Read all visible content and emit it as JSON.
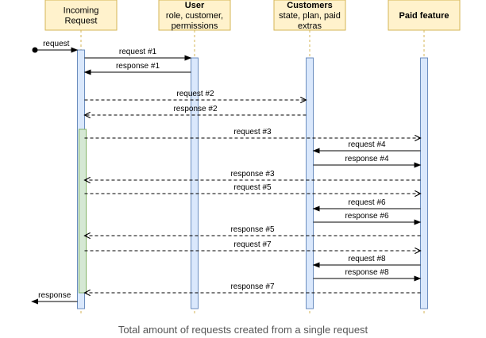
{
  "colors": {
    "header_fill": "#fff2cc",
    "header_stroke": "#d6b656",
    "activation_fill": "#dae8fc",
    "activation_stroke": "#6c8ebf",
    "highlight_fill": "#d5e8d4",
    "highlight_stroke": "#82b366",
    "lifeline": "#d6b656",
    "arrow": "#000000"
  },
  "participants": [
    {
      "id": "incoming",
      "lines": [
        {
          "text": "Incoming",
          "bold": false
        },
        {
          "text": "Request",
          "bold": false
        }
      ]
    },
    {
      "id": "user",
      "lines": [
        {
          "text": "User",
          "bold": true
        },
        {
          "text": "role, customer,",
          "bold": false
        },
        {
          "text": "permissions",
          "bold": false
        }
      ]
    },
    {
      "id": "customers",
      "lines": [
        {
          "text": "Customers",
          "bold": true
        },
        {
          "text": "state, plan, paid",
          "bold": false
        },
        {
          "text": "extras",
          "bold": false
        }
      ]
    },
    {
      "id": "paid",
      "lines": [
        {
          "text": "Paid feature",
          "bold": true
        }
      ]
    }
  ],
  "messages": [
    {
      "label": "request",
      "from": "start",
      "to": "incoming",
      "style": "solid"
    },
    {
      "label": "request #1",
      "from": "incoming",
      "to": "user",
      "style": "solid"
    },
    {
      "label": "response #1",
      "from": "user",
      "to": "incoming",
      "style": "solid"
    },
    {
      "label": "request #2",
      "from": "incoming",
      "to": "customers",
      "style": "dashed"
    },
    {
      "label": "response #2",
      "from": "customers",
      "to": "incoming",
      "style": "dashed"
    },
    {
      "label": "request #3",
      "from": "incoming",
      "to": "paid",
      "style": "dashed"
    },
    {
      "label": "request #4",
      "from": "paid",
      "to": "customers",
      "style": "solid"
    },
    {
      "label": "response #4",
      "from": "customers",
      "to": "paid",
      "style": "solid"
    },
    {
      "label": "response #3",
      "from": "paid",
      "to": "incoming",
      "style": "dashed"
    },
    {
      "label": "request #5",
      "from": "incoming",
      "to": "paid",
      "style": "dashed"
    },
    {
      "label": "request #6",
      "from": "paid",
      "to": "customers",
      "style": "solid"
    },
    {
      "label": "response #6",
      "from": "customers",
      "to": "paid",
      "style": "solid"
    },
    {
      "label": "response #5",
      "from": "paid",
      "to": "incoming",
      "style": "dashed"
    },
    {
      "label": "request #7",
      "from": "incoming",
      "to": "paid",
      "style": "dashed"
    },
    {
      "label": "request #8",
      "from": "paid",
      "to": "customers",
      "style": "solid"
    },
    {
      "label": "response #8",
      "from": "customers",
      "to": "paid",
      "style": "solid"
    },
    {
      "label": "response #7",
      "from": "paid",
      "to": "incoming",
      "style": "dashed"
    },
    {
      "label": "response",
      "from": "incoming",
      "to": "end",
      "style": "solid"
    }
  ],
  "caption": "Total amount of requests created from a single request"
}
